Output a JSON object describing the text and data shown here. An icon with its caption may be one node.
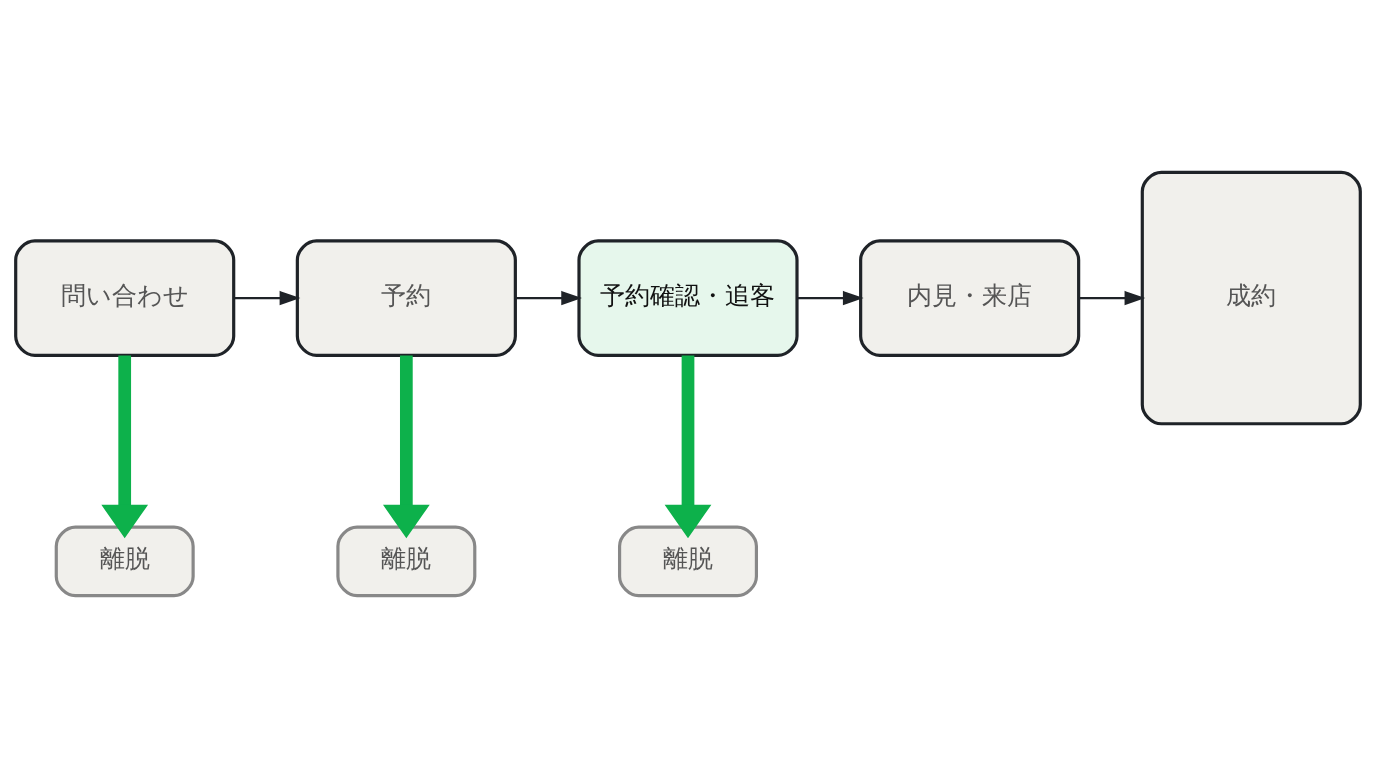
{
  "diagram": {
    "nodes": [
      {
        "text": [
          "問い合わせ"
        ]
      },
      {
        "text": [
          "予約"
        ]
      },
      {
        "text": [
          "予約確認・追客"
        ]
      },
      {
        "text": [
          "内見・来店"
        ]
      },
      {
        "text": [
          "成約"
        ]
      },
      {
        "text": [
          "離脱"
        ]
      },
      {
        "text": [
          "離脱"
        ]
      },
      {
        "text": [
          "離脱"
        ]
      }
    ],
    "edges": [
      {
        "from": 0,
        "to": 1,
        "arrow": "to"
      },
      {
        "from": 1,
        "to": 2,
        "arrow": "to"
      },
      {
        "from": 2,
        "to": 3,
        "arrow": "to"
      },
      {
        "from": 3,
        "to": 4,
        "arrow": "to"
      },
      {
        "from": 0,
        "to": 5,
        "arrow": "to",
        "style": "thick",
        "color": "#0db14b"
      },
      {
        "from": 1,
        "to": 6,
        "arrow": "to",
        "style": "thick",
        "color": "#0db14b"
      },
      {
        "from": 2,
        "to": 7,
        "arrow": "to",
        "style": "thick",
        "color": "#0db14b"
      }
    ]
  }
}
